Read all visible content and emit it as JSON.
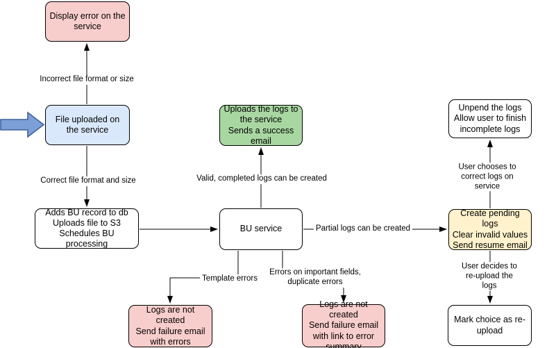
{
  "colors": {
    "pink": "#F8CECC",
    "blue": "#DAE8FC",
    "green": "#A9D7A2",
    "yellow": "#FFF2CC",
    "white": "#FFFFFF",
    "line": "#000000",
    "arrow_fill": "#7C9FD8",
    "arrow_stroke": "#41619B"
  },
  "nodes": {
    "display_error": {
      "lines": [
        "Display error on the service"
      ],
      "color": "pink"
    },
    "file_uploaded": {
      "lines": [
        "File uploaded on the service"
      ],
      "color": "blue"
    },
    "adds_bu_record": {
      "lines": [
        "Adds BU record to db",
        "Uploads file to S3",
        "Schedules BU processing"
      ],
      "color": "white"
    },
    "bu_service": {
      "lines": [
        "BU service"
      ],
      "color": "white"
    },
    "uploads_logs_success": {
      "lines": [
        "Uploads the logs to the service",
        "Sends a success email"
      ],
      "color": "green"
    },
    "logs_not_created_errors": {
      "lines": [
        "Logs are not created",
        "Send failure email with errors"
      ],
      "color": "pink"
    },
    "logs_not_created_summary": {
      "lines": [
        "Logs are not created",
        "Send failure email with link to error summary"
      ],
      "color": "pink"
    },
    "create_pending_logs": {
      "lines": [
        "Create pending logs",
        "Clear invalid values",
        "Send resume email"
      ],
      "color": "yellow"
    },
    "unpend_logs": {
      "lines": [
        "Unpend the logs",
        "Allow user to finish incomplete logs"
      ],
      "color": "white"
    },
    "mark_reupload": {
      "lines": [
        "Mark choice as re-upload"
      ],
      "color": "white"
    }
  },
  "edges": [
    {
      "from": "file_uploaded",
      "to": "display_error",
      "label": "Incorrect file format or size"
    },
    {
      "from": "file_uploaded",
      "to": "adds_bu_record",
      "label": "Correct file format and size"
    },
    {
      "from": "adds_bu_record",
      "to": "bu_service",
      "label": ""
    },
    {
      "from": "bu_service",
      "to": "uploads_logs_success",
      "label": "Valid, completed logs can be created"
    },
    {
      "from": "bu_service",
      "to": "create_pending_logs",
      "label": "Partial logs can be created"
    },
    {
      "from": "bu_service",
      "to": "logs_not_created_errors",
      "label": "Template errors"
    },
    {
      "from": "bu_service",
      "to": "logs_not_created_summary",
      "label": "Errors on important fields,\nduplicate errors"
    },
    {
      "from": "create_pending_logs",
      "to": "unpend_logs",
      "label": "User chooses to correct logs on service"
    },
    {
      "from": "create_pending_logs",
      "to": "mark_reupload",
      "label": "User decides to re-upload the logs"
    }
  ]
}
